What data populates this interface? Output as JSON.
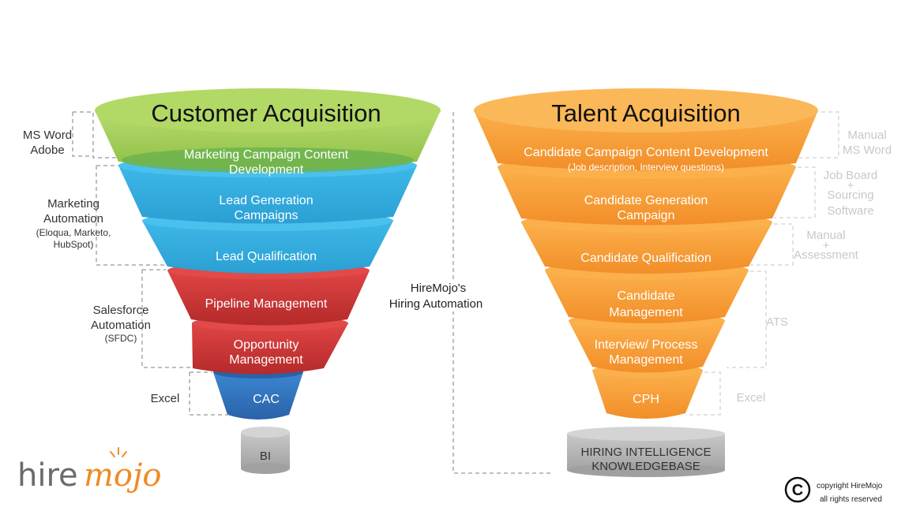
{
  "left_funnel": {
    "title": "Customer Acquisition",
    "segments": [
      {
        "lines": [
          "Marketing Campaign Content",
          "Development"
        ],
        "color": "#5aa844"
      },
      {
        "lines": [
          "Lead Generation",
          "Campaigns"
        ],
        "color": "#35aee0"
      },
      {
        "lines": [
          "Lead Qualification"
        ],
        "color": "#35aee0"
      },
      {
        "lines": [
          "Pipeline Management"
        ],
        "color": "#d9393a"
      },
      {
        "lines": [
          "Opportunity",
          "Management"
        ],
        "color": "#c0302f"
      },
      {
        "lines": [
          "CAC"
        ],
        "color": "#2f74c0"
      }
    ],
    "base": "BI",
    "tools": [
      {
        "lines": [
          "MS Word",
          "Adobe"
        ]
      },
      {
        "lines": [
          "Marketing",
          "Automation"
        ],
        "sub": [
          "(Eloqua, Marketo,",
          "HubSpot)"
        ]
      },
      {
        "lines": [
          "Salesforce",
          "Automation"
        ],
        "sub": [
          "(SFDC)"
        ]
      },
      {
        "lines": [
          "Excel"
        ]
      }
    ]
  },
  "right_funnel": {
    "title": "Talent Acquisition",
    "segments": [
      {
        "lines": [
          "Candidate Campaign Content Development"
        ],
        "sub": "(Job description, Interview questions)"
      },
      {
        "lines": [
          "Candidate Generation",
          "Campaign"
        ]
      },
      {
        "lines": [
          "Candidate Qualification"
        ]
      },
      {
        "lines": [
          "Candidate",
          "Management"
        ]
      },
      {
        "lines": [
          "Interview/ Process",
          "Management"
        ]
      },
      {
        "lines": [
          "CPH"
        ]
      }
    ],
    "base": [
      "HIRING INTELLIGENCE",
      "KNOWLEDGEBASE"
    ],
    "tools": [
      {
        "lines": [
          "Manual",
          "MS Word"
        ]
      },
      {
        "lines": [
          "Job Board",
          "+",
          "Sourcing",
          "Software"
        ]
      },
      {
        "lines": [
          "Manual",
          "+",
          "Assessment"
        ]
      },
      {
        "lines": [
          "ATS"
        ]
      },
      {
        "lines": [
          "Excel"
        ]
      }
    ]
  },
  "middle_label": [
    "HireMojo's",
    "Hiring Automation"
  ],
  "logo": {
    "part1": "hire",
    "part2": "mojo"
  },
  "copyright": {
    "symbol": "©",
    "line1": "copyright HireMojo",
    "line2": "all rights reserved"
  },
  "colors": {
    "orange": "#f7a23e",
    "orange_dark": "#f08a24",
    "green": "#a6cf5a",
    "blue": "#35aee0",
    "red": "#d9393a",
    "cac": "#2f74c0",
    "gray": "#b5b5b5"
  }
}
